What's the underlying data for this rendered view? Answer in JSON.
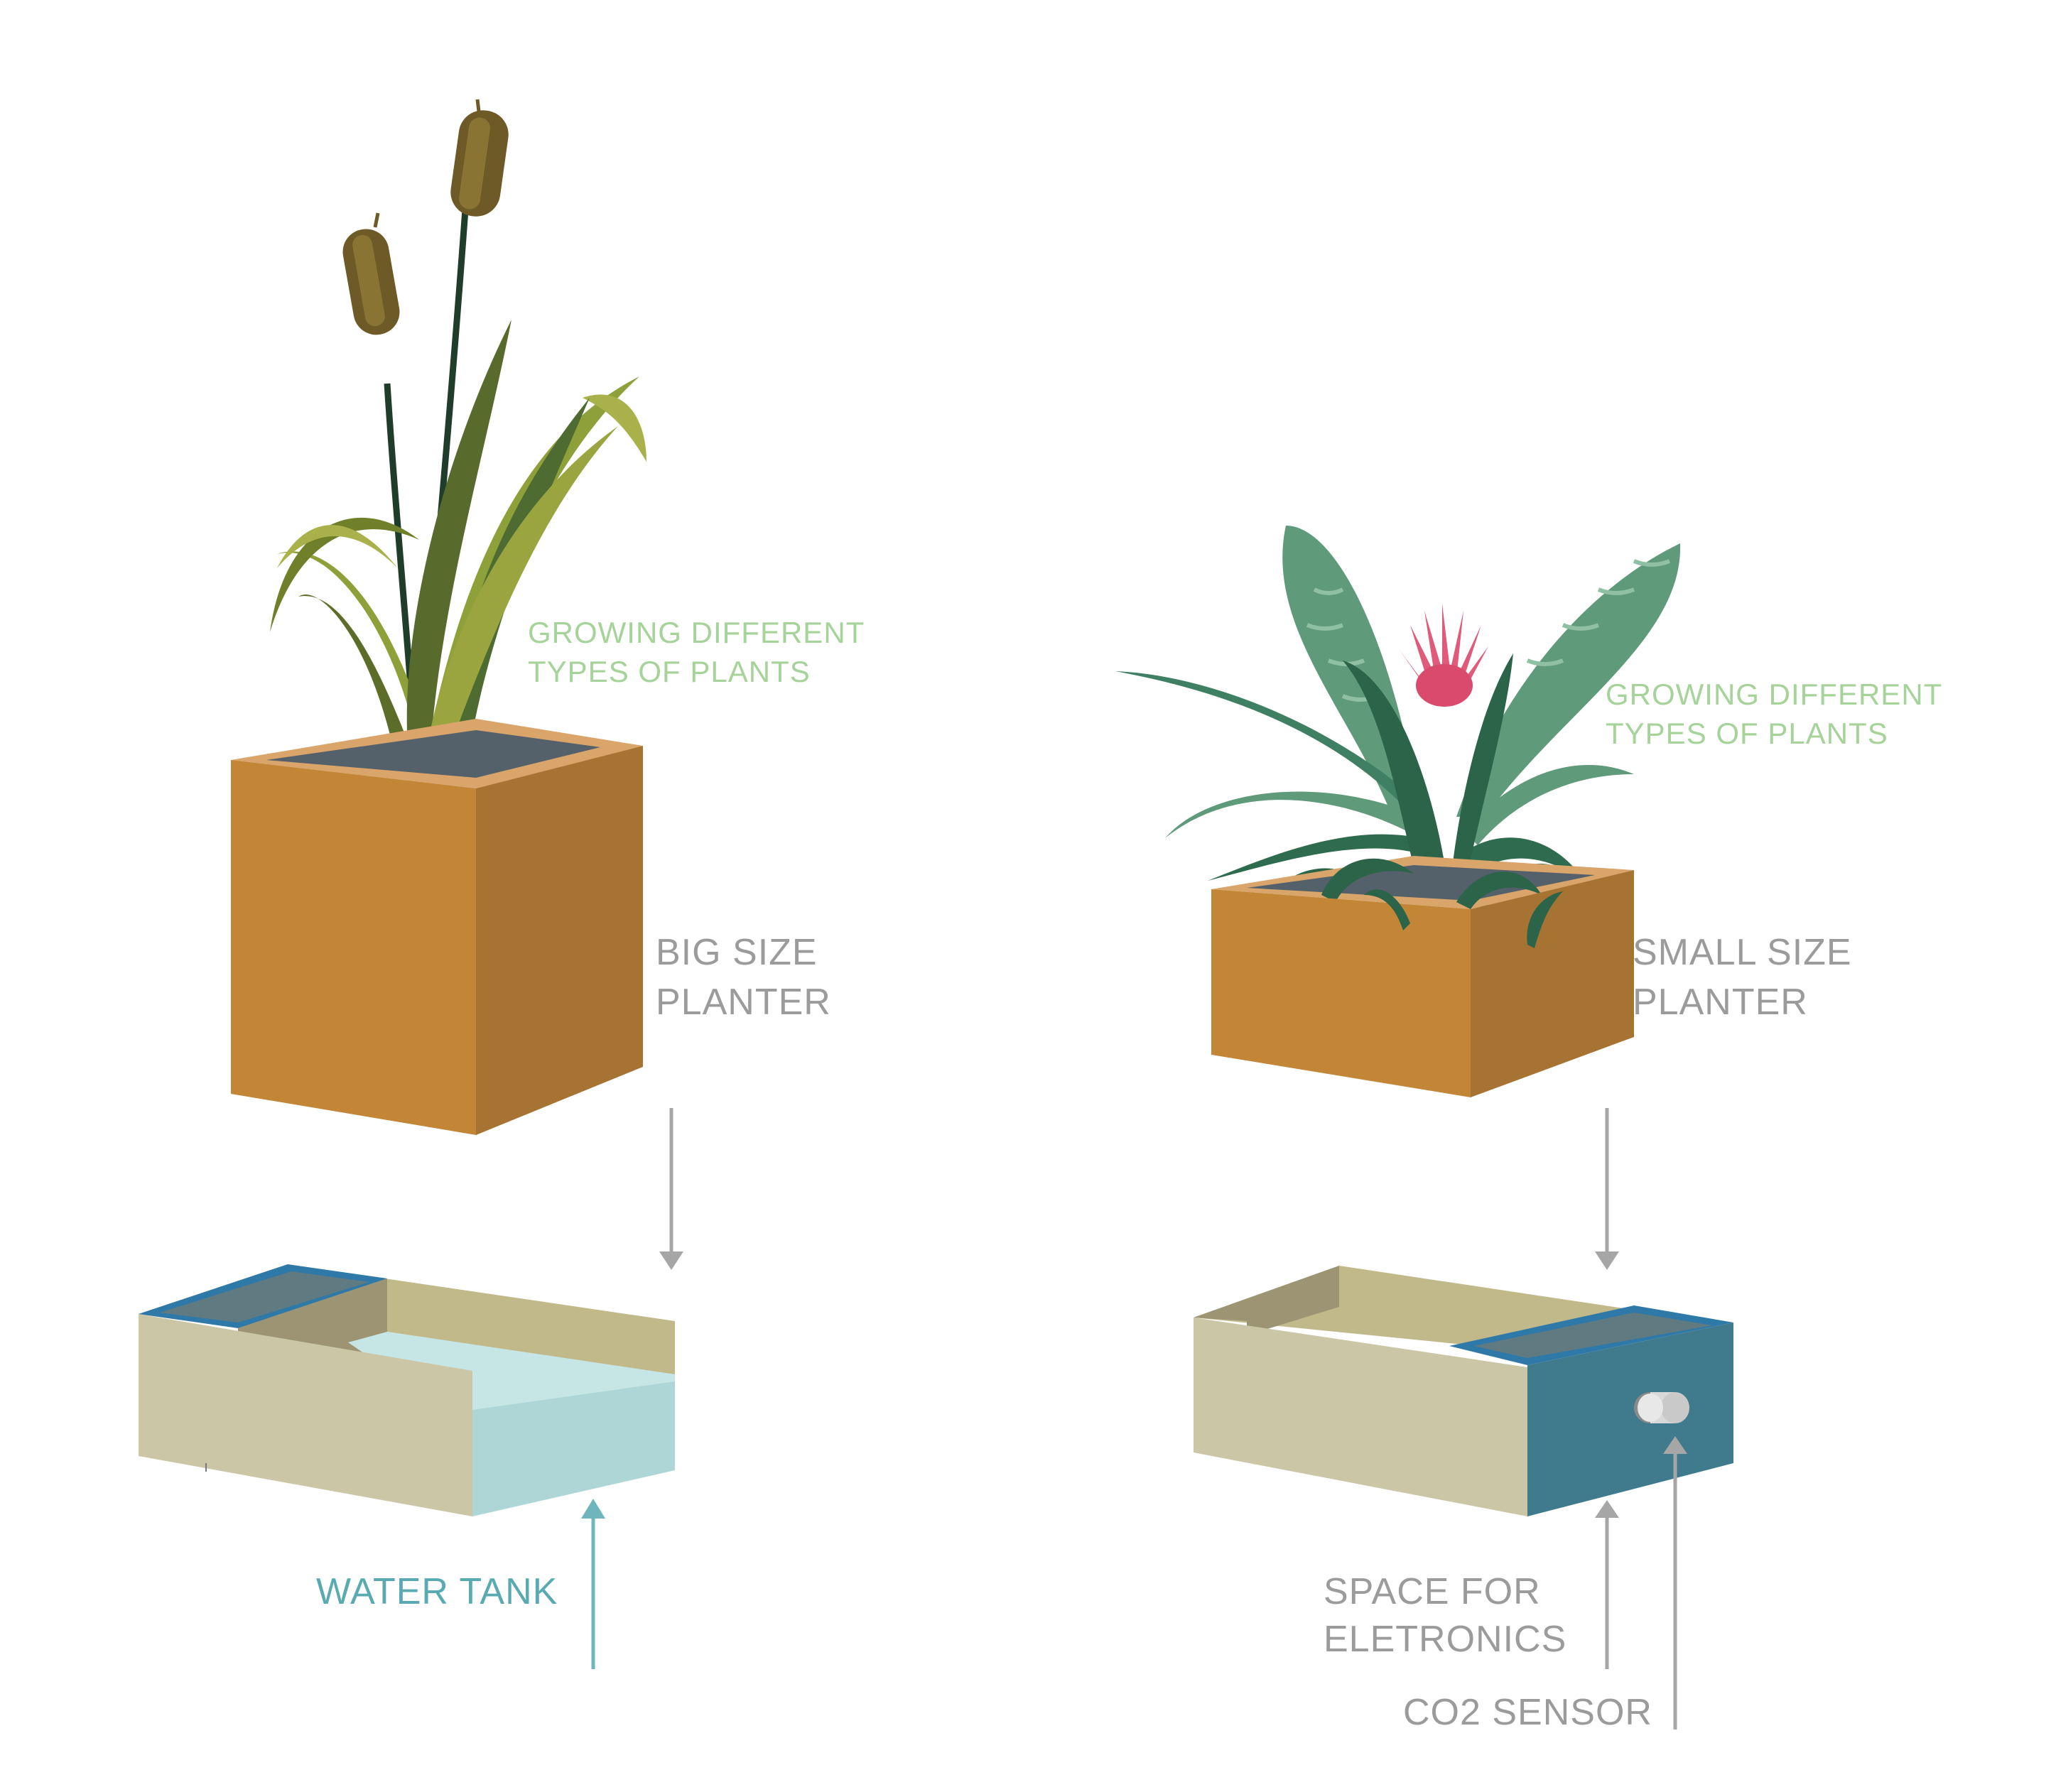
{
  "left_module": {
    "plant_caption": [
      "GROWING DIFFERENT",
      "TYPES OF PLANTS"
    ],
    "planter_caption": [
      "BIG SIZE",
      "PLANTER"
    ],
    "tank_caption": "WATER TANK"
  },
  "right_module": {
    "plant_caption": [
      "GROWING DIFFERENT",
      "TYPES OF PLANTS"
    ],
    "planter_caption": [
      "SMALL SIZE",
      "PLANTER"
    ],
    "electronics_caption": [
      "SPACE FOR",
      "ELETRONICS"
    ],
    "sensor_caption": "CO2 SENSOR"
  },
  "colors": {
    "plant_text": "#a6d39a",
    "gray_text": "#9b9b9b",
    "water_text": "#5aaab1",
    "arrow_gray": "#a6a6a6",
    "arrow_water": "#6eb6bb",
    "planter_front": "#c38536",
    "planter_side": "#a67333",
    "planter_rim": "#d9a56b",
    "soil": "#54606a",
    "tray_front": "#cbc7a6",
    "tray_inner": "#c2b98b",
    "tray_inner_dark": "#9c9473",
    "water_front": "#aed6d6",
    "water_top": "#c6e6e6",
    "electronics_blue": "#3f7b8d",
    "electronics_rim": "#2f79a8"
  }
}
